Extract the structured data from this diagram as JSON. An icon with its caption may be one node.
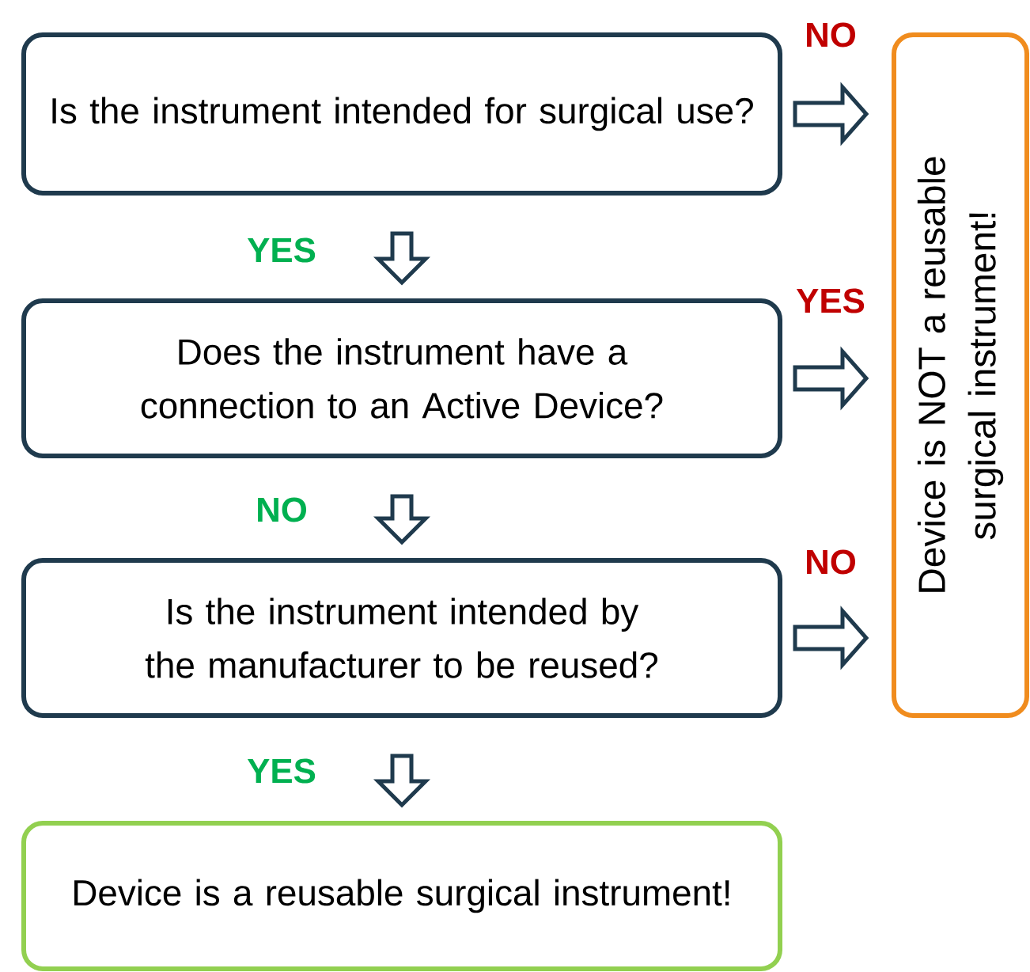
{
  "diagram": {
    "nodes": [
      {
        "text": [
          "Is the instrument intended for surgical use?"
        ]
      },
      {
        "text": [
          "Does the instrument have a connection to an Active Device?"
        ]
      },
      {
        "text": [
          "Is the instrument intended by the manufacturer to be reused?"
        ]
      },
      {
        "text": [
          "Device is a reusable surgical instrument!"
        ]
      },
      {
        "text": [
          "Device is NOT a reusable surgical instrument!"
        ]
      }
    ],
    "edges": [
      {
        "from": 0,
        "to": 1,
        "arrow": "to",
        "label": "YES"
      },
      {
        "from": 1,
        "to": 2,
        "arrow": "to",
        "label": "NO"
      },
      {
        "from": 2,
        "to": 3,
        "arrow": "to",
        "label": "YES"
      },
      {
        "from": 0,
        "to": 4,
        "arrow": "to",
        "label": "NO"
      },
      {
        "from": 1,
        "to": 4,
        "arrow": "to",
        "label": "YES"
      },
      {
        "from": 2,
        "to": 4,
        "arrow": "to",
        "label": "NO"
      }
    ]
  }
}
